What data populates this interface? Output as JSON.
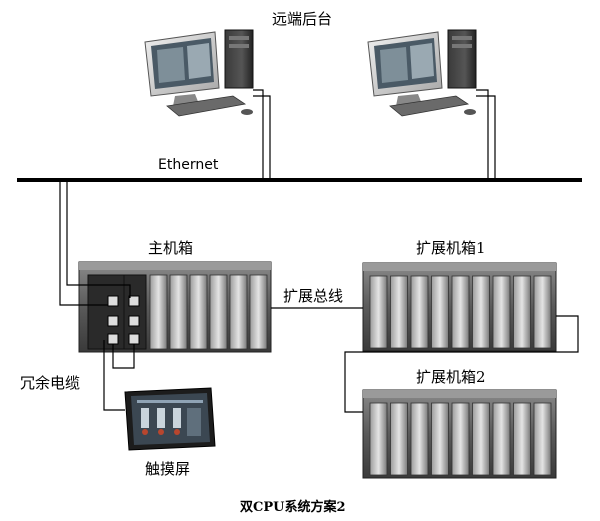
{
  "labels": {
    "remote_backend": "远端后台",
    "ethernet": "Ethernet",
    "main_rack": "主机箱",
    "expansion_rack_1": "扩展机箱1",
    "expansion_bus": "扩展总线",
    "redundant_cable": "冗余电缆",
    "expansion_rack_2": "扩展机箱2",
    "touch_screen": "触摸屏",
    "caption": "双CPU系统方案2"
  },
  "colors": {
    "line": "#000000",
    "rack_dark": "#3a3a3a",
    "rack_mid": "#6b6b6b",
    "rack_light": "#cfcfcf",
    "monitor": "#d9d9d9",
    "screen": "#4a5a66"
  },
  "icons": [
    "workstation-icon",
    "touch-panel-icon"
  ]
}
